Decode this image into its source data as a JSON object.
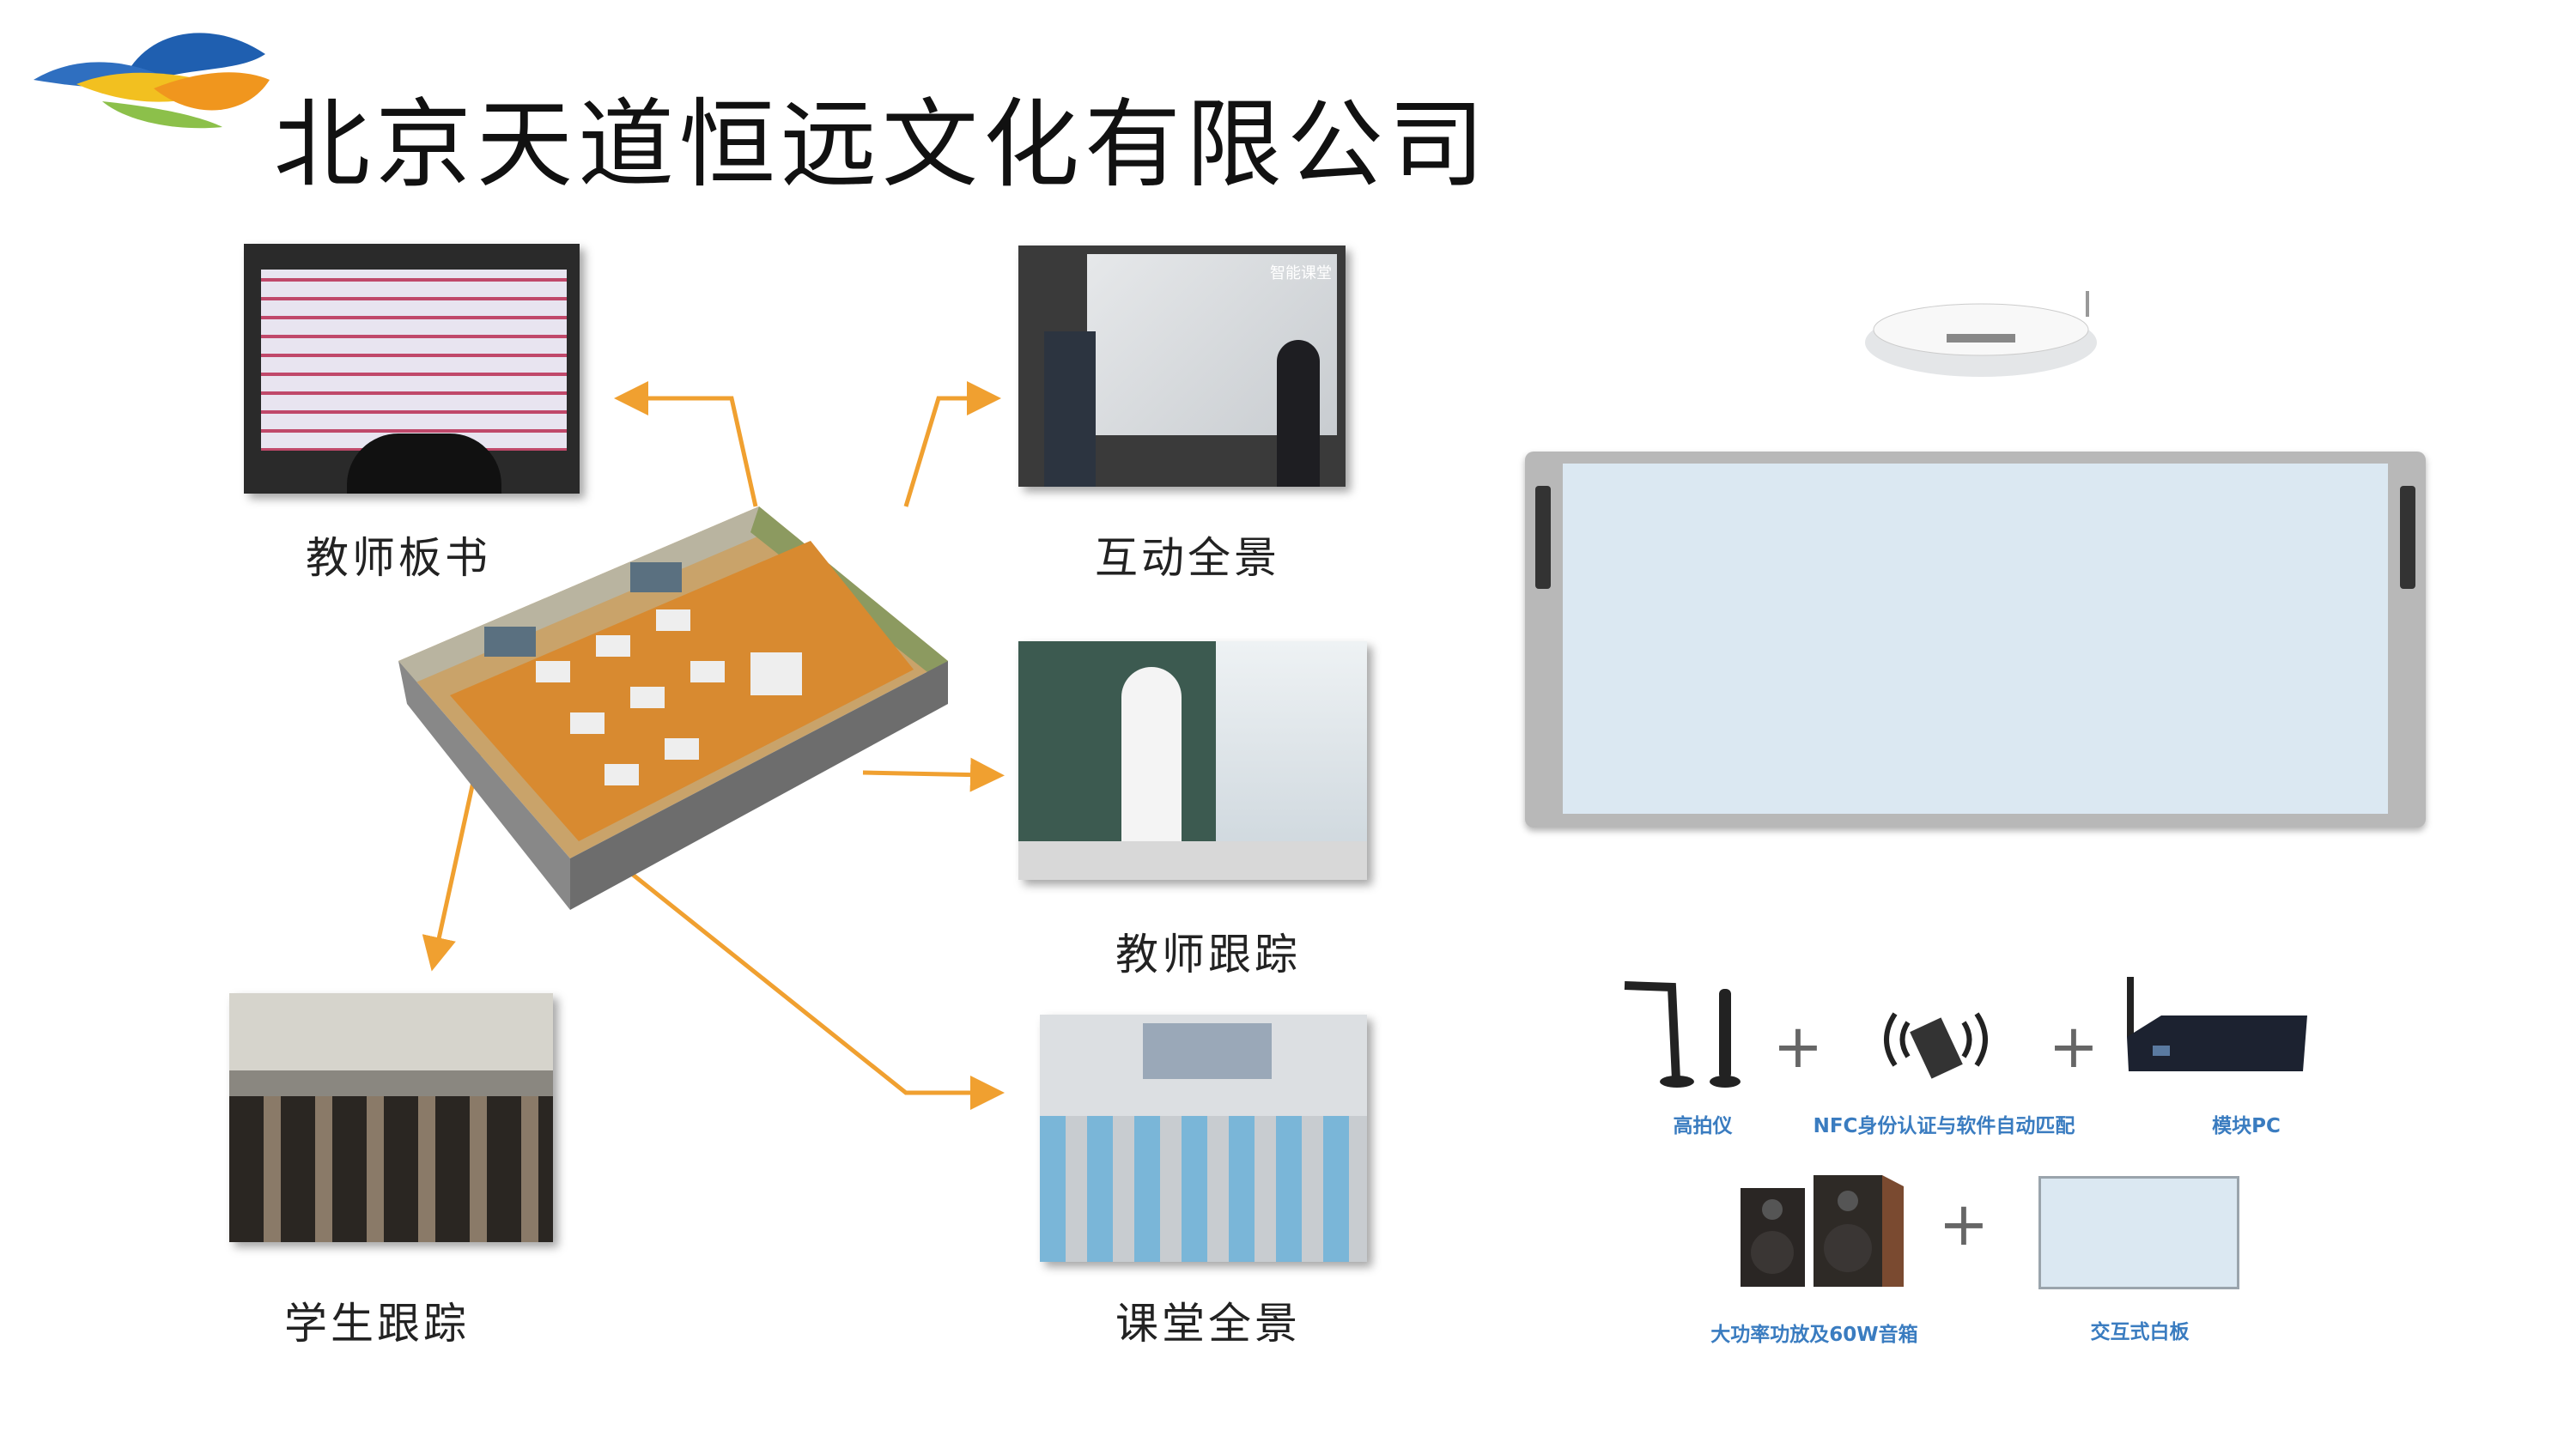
{
  "header": {
    "title": "北京天道恒远文化有限公司"
  },
  "left_diagram": {
    "scenes": [
      {
        "label": "教师板书"
      },
      {
        "label": "互动全景"
      },
      {
        "label": "教师跟踪"
      },
      {
        "label": "学生跟踪"
      },
      {
        "label": "课堂全景"
      }
    ],
    "screen_overlay_text": "智能课堂"
  },
  "right_diagram": {
    "components": [
      {
        "label": "高拍仪"
      },
      {
        "label": "NFC身份认证与软件自动匹配"
      },
      {
        "label": "模块PC"
      },
      {
        "label": "大功率功放及60W音箱"
      },
      {
        "label": "交互式白板"
      }
    ],
    "plus_sign": "+"
  },
  "colors": {
    "arrow": "#f0a030",
    "label_blue": "#3a7cc0",
    "board": "#dbe8f2"
  }
}
